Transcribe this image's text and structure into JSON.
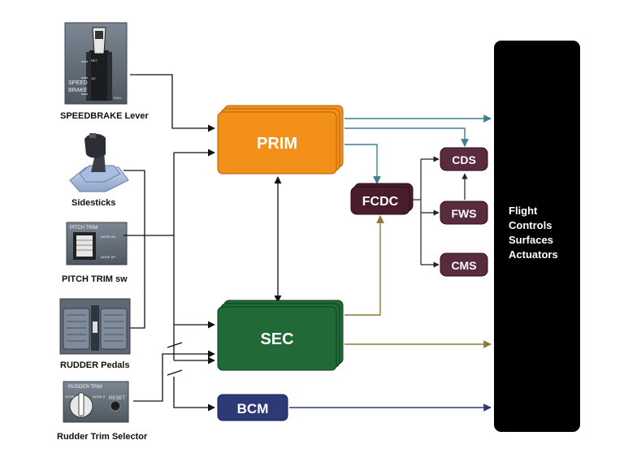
{
  "inputs": {
    "speedbrake": {
      "caption": "SPEEDBRAKE Lever",
      "panel_text": [
        "SPEED",
        "BRAKE"
      ],
      "scale_marks": [
        "RET",
        "1/2",
        "FULL"
      ]
    },
    "sidesticks": {
      "caption": "Sidesticks"
    },
    "pitch_trim": {
      "caption": "PITCH TRIM sw",
      "panel_title": "PITCH TRIM",
      "panel_marks": [
        "NOSE DN",
        "NOSE UP"
      ]
    },
    "rudder_pedals": {
      "caption": "RUDDER Pedals"
    },
    "rudder_trim": {
      "caption": "Rudder Trim Selector",
      "panel_title": "RUDDER TRIM",
      "panel_marks": [
        "NOSE L",
        "NOSE R",
        "RESET"
      ]
    }
  },
  "computers": {
    "prim": "PRIM",
    "sec": "SEC",
    "bcm": "BCM",
    "fcdc": "FCDC",
    "cds": "CDS",
    "fws": "FWS",
    "cms": "CMS"
  },
  "actuators_label": [
    "Flight",
    "Controls",
    "Surfaces",
    "Actuators"
  ],
  "colors": {
    "prim": "#f39019",
    "sec": "#216a37",
    "bcm": "#2e3a78",
    "fcdc": "#4a1d2c",
    "cds_fws_cms": "#5a2a3e",
    "teal_line": "#3c7f92",
    "olive_line": "#8b7a3a",
    "navy_line": "#2e3a78",
    "black_line": "#111111",
    "actuator_panel": "#000000"
  }
}
